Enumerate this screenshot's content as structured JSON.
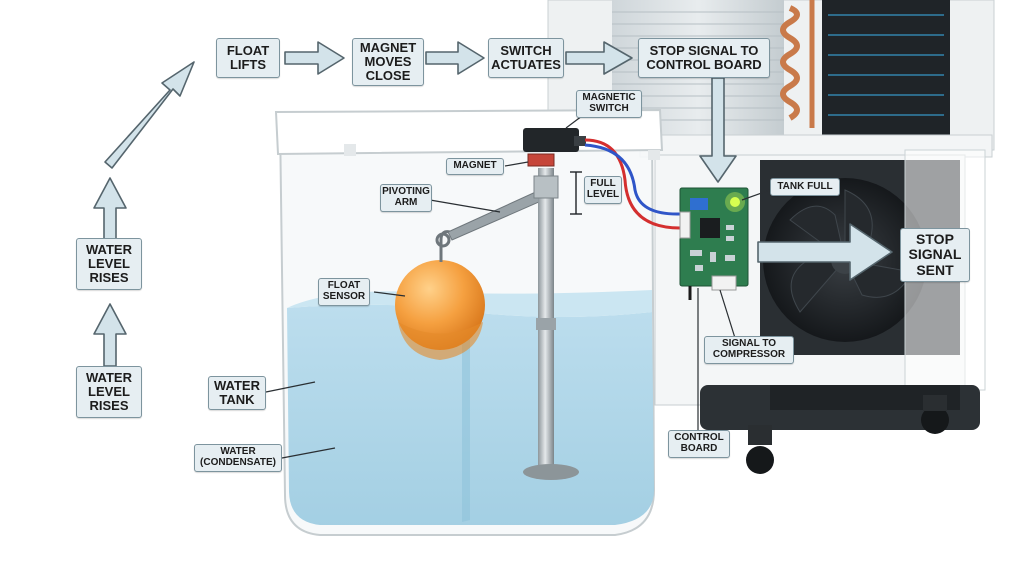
{
  "flow": {
    "float_lifts": "FLOAT\nLIFTS",
    "magnet_moves": "MAGNET\nMOVES\nCLOSE",
    "switch_actuates": "SWITCH\nACTUATES",
    "stop_signal_to_board": "STOP SIGNAL TO\nCONTROL BOARD",
    "level_rises_upper": "WATER\nLEVEL\nRISES",
    "level_rises_lower": "WATER\nLEVEL\nRISES",
    "stop_signal_sent": "STOP\nSIGNAL\nSENT"
  },
  "labels": {
    "magnetic_switch": "MAGNETIC\nSWITCH",
    "magnet": "MAGNET",
    "full_level": "FULL\nLEVEL",
    "pivoting_arm": "PIVOTING\nARM",
    "float_sensor": "FLOAT\nSENSOR",
    "water_tank": "WATER\nTANK",
    "water_condensate": "WATER\n(CONDENSATE)",
    "tank_full": "TANK FULL",
    "signal_to_compressor": "SIGNAL TO\nCOMPRESSOR",
    "control_board": "CONTROL\nBOARD"
  },
  "colors": {
    "water": "#a9d3e6",
    "float": "#f5a040",
    "led": "#d8ff50",
    "pcb": "#2e7d4f",
    "arrow": "#d3e3ea",
    "wire_red": "#d42f2f",
    "wire_blue": "#2f55c8"
  }
}
